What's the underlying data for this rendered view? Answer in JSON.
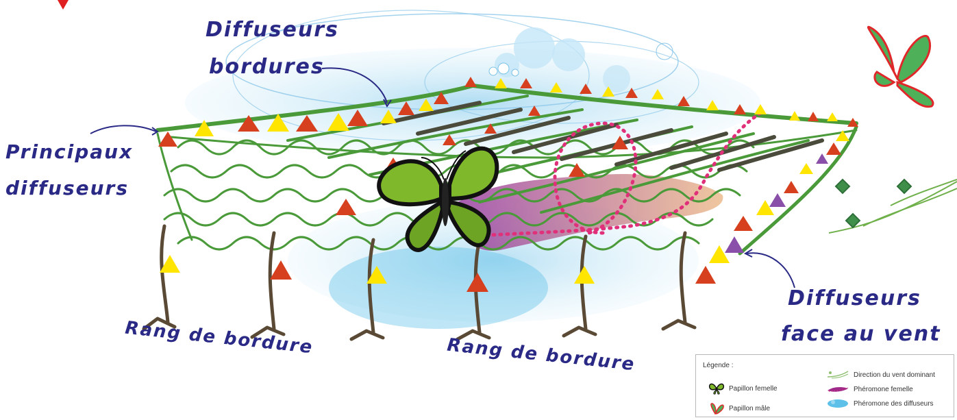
{
  "labels": {
    "border_diffusers_line1": "Diffuseurs",
    "border_diffusers_line2": "bordures",
    "main_diffusers_line1": "Principaux",
    "main_diffusers_line2": "diffuseurs",
    "wind_diffusers_line1": "Diffuseurs",
    "wind_diffusers_line2": "face au vent",
    "border_row_left": "Rang de bordure",
    "border_row_center": "Rang de bordure"
  },
  "legend": {
    "title": "Légende :",
    "female_butterfly": "Papillon femelle",
    "male_butterfly": "Papillon mâle",
    "wind_direction": "Direction du vent dominant",
    "female_pheromone": "Phéromone femelle",
    "diffuser_pheromone": "Phéromone des diffuseurs"
  },
  "colors": {
    "label_text": "#2a2a86",
    "vine_green": "#4a9a3a",
    "trunk_brown": "#5a4a35",
    "diffuser_red": "#d6401f",
    "diffuser_yellow": "#ffe500",
    "diffuser_purple": "#8a4fa8",
    "pheromone_pink": "#e0307a",
    "cloud_blue": "#8fd0ee"
  }
}
